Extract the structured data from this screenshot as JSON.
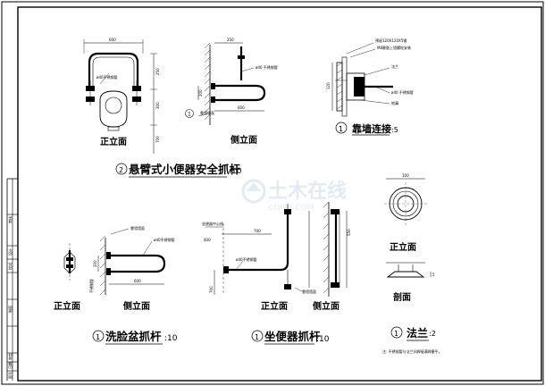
{
  "title_block": {
    "cells": [
      "审核",
      "设计",
      "校对",
      "制图",
      "审定",
      "日期",
      "图号"
    ]
  },
  "watermark": {
    "brand": "土木在线",
    "sub": "COI88.COM"
  },
  "urinal": {
    "front_label": "正立面",
    "side_label": "侧立面",
    "title": "悬臂式小便器安全抓杆",
    "scale": ":10",
    "num": "2",
    "dims": {
      "w": "600",
      "h1": "250",
      "h2": "300",
      "h3": "700",
      "side_w": "250",
      "side_d": "600",
      "side_h": "200"
    },
    "notes": [
      "ø40不锈钢管",
      "ø40 不锈钢管",
      "靠墙墙面"
    ]
  },
  "wall_detail": {
    "num": "1",
    "title": "靠墙连接",
    "scale": ":5",
    "notes": [
      "预留120X120X5钢",
      "M8膨胀上墙螺栓安装",
      "法兰",
      "ø40 不锈钢管",
      "地漏"
    ],
    "dim": "120"
  },
  "basin": {
    "front_label": "正立面",
    "side_label": "侧立面",
    "num": "1",
    "title": "洗脸盆抓杆",
    "scale": ":10",
    "dims": {
      "w": "600",
      "h": "200"
    },
    "notes": [
      "靠墙墙面",
      "ø40不锈钢管",
      "不锈钢管"
    ]
  },
  "toilet": {
    "front_label": "正立面",
    "side_label": "侧立面",
    "num": "1",
    "title": "坐便器抓杆",
    "scale": ":10",
    "dims": {
      "w1": "400",
      "w2": "700",
      "h": "700",
      "h2": "550"
    },
    "notes": [
      "坐便器中心线",
      "ø40不锈钢管",
      "靠墙墙面"
    ]
  },
  "flange": {
    "front_label": "正立面",
    "section_label": "剖面",
    "num": "1",
    "title": "法兰",
    "scale": ":2",
    "note": "注: 不锈钢管与法兰间焊接满焊磨平。",
    "dims": {
      "d": "100",
      "t": "5"
    }
  }
}
